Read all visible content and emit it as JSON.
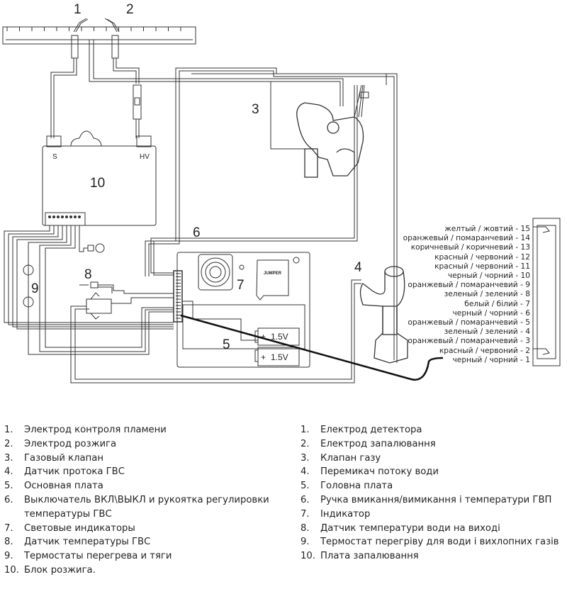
{
  "diagram": {
    "callouts": [
      "1",
      "2",
      "3",
      "4",
      "5",
      "6",
      "7",
      "8",
      "9",
      "10"
    ],
    "ignition_block": {
      "terminal_s": "S",
      "terminal_hv": "HV"
    },
    "jumper_label": "JUMPER",
    "battery_1": "1.5V",
    "battery_2": "1.5V",
    "wire_labels": [
      "желтый / жовтий - 15",
      "оранжевый / помаранчевий - 14",
      "коричневый / коричневий - 13",
      "красный / червоний - 12",
      "красный / червоний - 11",
      "черный / чорний - 10",
      "оранжевый / помаранчевий - 9",
      "зеленый / зелений - 8",
      "белый / білий - 7",
      "черный / чорний - 6",
      "оранжевый / помаранчевий - 5",
      "зеленый / зелений - 4",
      "оранжевый / помаранчевий - 3",
      "красный / червоний - 2",
      "черный / чорний - 1"
    ]
  },
  "legend_ru": [
    {
      "num": "1.",
      "text": "Электрод контроля пламени"
    },
    {
      "num": "2.",
      "text": "Электрод розжига"
    },
    {
      "num": "3.",
      "text": "Газовый клапан"
    },
    {
      "num": "4.",
      "text": "Датчик протока ГВС"
    },
    {
      "num": "5.",
      "text": "Основная плата"
    },
    {
      "num": "6.",
      "text": "Выключатель ВКЛ\\ВЫКЛ и рукоятка регулировки температуры ГВС"
    },
    {
      "num": "7.",
      "text": "Световые индикаторы"
    },
    {
      "num": "8.",
      "text": "Датчик температуры ГВС"
    },
    {
      "num": "9.",
      "text": "Термостаты перегрева и тяги"
    },
    {
      "num": "10.",
      "text": "Блок розжига."
    }
  ],
  "legend_ua": [
    {
      "num": "1.",
      "text": "Електрод детектора"
    },
    {
      "num": "2.",
      "text": "Електрод запалювання"
    },
    {
      "num": "3.",
      "text": "Клапан газу"
    },
    {
      "num": "4.",
      "text": "Перемикач потоку води"
    },
    {
      "num": "5.",
      "text": "Головна плата"
    },
    {
      "num": "6.",
      "text": "Ручка вмикання/вимикання і температури ГВП"
    },
    {
      "num": "7.",
      "text": "Індикатор"
    },
    {
      "num": "8.",
      "text": "Датчик температури води на виході"
    },
    {
      "num": "9.",
      "text": "Термостат перегріву для води і вихлопних газів"
    },
    {
      "num": "10.",
      "text": "Плата запалювання"
    }
  ]
}
